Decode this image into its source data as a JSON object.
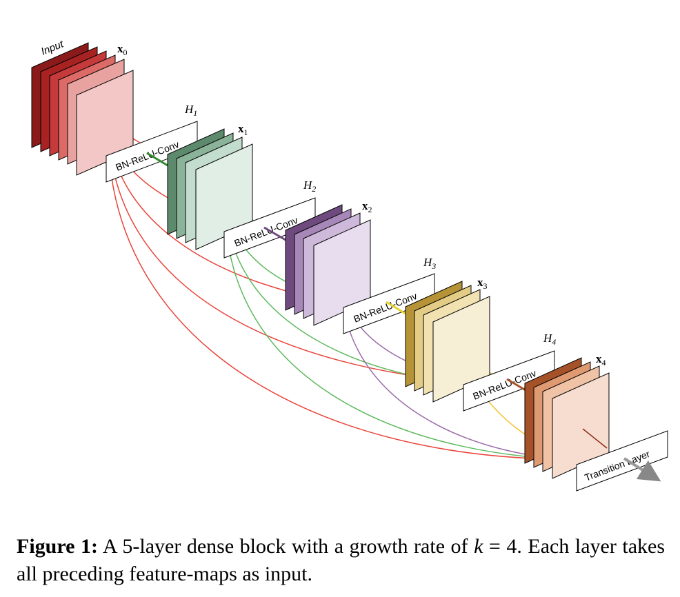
{
  "input_label": "Input",
  "layers": [
    {
      "id": "x0",
      "var": "x",
      "sub": "0",
      "op": "",
      "opsub": "",
      "colors": [
        "#8b1a1a",
        "#a82222",
        "#c53a3a",
        "#dc6a66",
        "#e8a3a0",
        "#f2c7c6"
      ]
    },
    {
      "id": "x1",
      "var": "x",
      "sub": "1",
      "op": "H",
      "opsub": "1",
      "colors": [
        "#5d8a6c",
        "#8bb39a",
        "#c2dccd",
        "#e1eee6"
      ]
    },
    {
      "id": "x2",
      "var": "x",
      "sub": "2",
      "op": "H",
      "opsub": "2",
      "colors": [
        "#6e4a7e",
        "#a787b8",
        "#cfb9da",
        "#e8dcef"
      ]
    },
    {
      "id": "x3",
      "var": "x",
      "sub": "3",
      "op": "H",
      "opsub": "3",
      "colors": [
        "#b59336",
        "#e3cd86",
        "#f2e2b2",
        "#f7eed6"
      ]
    },
    {
      "id": "x4",
      "var": "x",
      "sub": "4",
      "op": "H",
      "opsub": "4",
      "colors": [
        "#a65228",
        "#e09a72",
        "#f0c2a6",
        "#f7ddd0"
      ]
    }
  ],
  "block_label": "BN-ReLU-Conv",
  "transition_label": "Transition Layer",
  "link_colors": [
    "#e8443a",
    "#5cb95c",
    "#9b6aa8",
    "#f2c232"
  ],
  "caption": {
    "label": "Figure 1:",
    "text_a": "A 5-layer dense block with a growth rate of",
    "k": "k",
    "eq": "=",
    "k_val": "4.",
    "text_b": "Each layer takes all preceding feature-maps as input."
  }
}
